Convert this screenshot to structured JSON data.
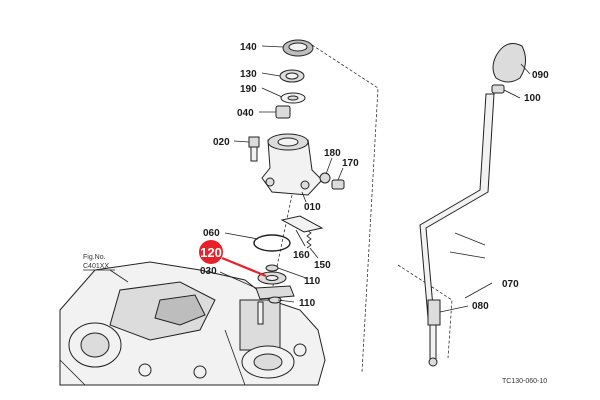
{
  "figure": {
    "reference_label": "Fig.No.",
    "reference_code": "C401XX",
    "corner_code": "TC130-060-10"
  },
  "highlight": {
    "part_number": "120",
    "color": "#e8222a"
  },
  "parts": {
    "p140": "140",
    "p130": "130",
    "p190": "190",
    "p040": "040",
    "p020": "020",
    "p180": "180",
    "p170": "170",
    "p010": "010",
    "p060": "060",
    "p160": "160",
    "p150": "150",
    "p030": "030",
    "p110a": "110",
    "p110b": "110",
    "p090": "090",
    "p100": "100",
    "p070": "070",
    "p080": "080"
  }
}
